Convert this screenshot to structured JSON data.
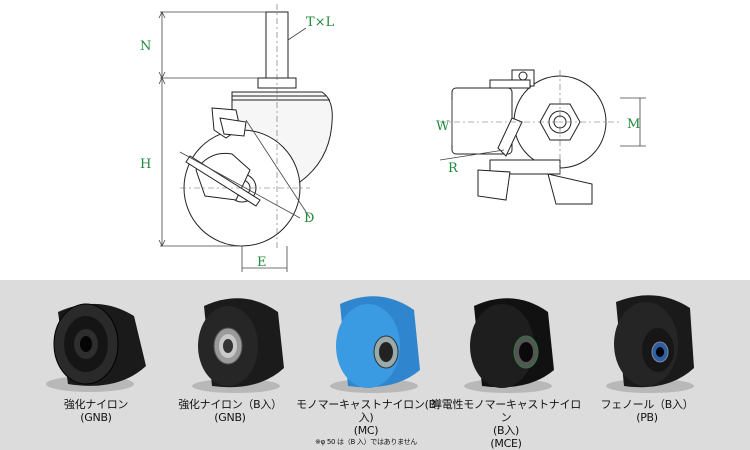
{
  "dimensions": {
    "stem": "T×L",
    "n": "N",
    "h": "H",
    "d": "D",
    "e": "E",
    "w": "W",
    "m": "M",
    "r": "R"
  },
  "colors": {
    "dimension": "#1f8a3a",
    "panel": "#dcdcdc",
    "mc_wheel": "#3a9be3"
  },
  "wheels": [
    {
      "name": "強化ナイロン",
      "code": "(GNB)",
      "note": ""
    },
    {
      "name": "強化ナイロン（B入）",
      "code": "(GNB)",
      "note": ""
    },
    {
      "name": "モノマーキャストナイロン(B入)",
      "code": "(MC)",
      "note": "※φ 50 は（B 入）ではありません"
    },
    {
      "name": "導電性モノマーキャストナイロン",
      "code": "(B入)",
      "code2": "(MCE)",
      "note": ""
    },
    {
      "name": "フェノール（B入）",
      "code": "(PB)",
      "note": ""
    }
  ]
}
